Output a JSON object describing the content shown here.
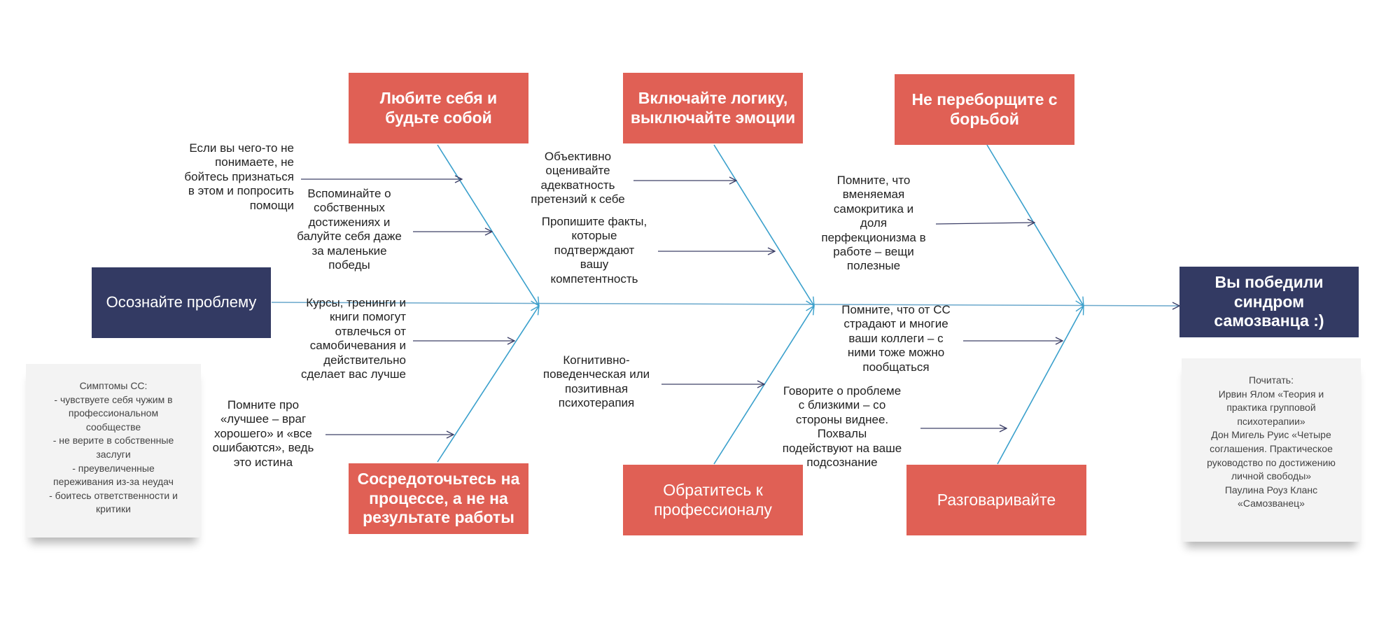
{
  "start": "Осознайте проблему",
  "goal": "Вы победили синдром самозванца :)",
  "top_heads": [
    "Любите себя и будьте собой",
    "Включайте логику, выключайте эмоции",
    "Не переборщите с борьбой"
  ],
  "bottom_heads": [
    "Сосредоточьтесь на процессе, а не на результате работы",
    "Обратитесь к профессионалу",
    "Разговаривайте"
  ],
  "tips": [
    "Если вы чего-то не\nпонимаете, не\nбойтесь признаться\nв этом и попросить\nпомощи",
    "Вспоминайте о\nсобственных\nдостижениях и\nбалуйте себя даже\nза маленькие\nпобеды",
    "Курсы, тренинги и\nкниги помогут\nотвлечься от\nсамобичевания и\nдействительно\nсделает вас лучше",
    "Помните про\n«лучшее – враг\nхорошего» и «все\nошибаются», ведь\nэто истина",
    "Объективно\nоценивайте\nадекватность\nпретензий к себе",
    "Пропишите факты,\nкоторые\nподтверждают\nвашу\nкомпетентность",
    "Когнитивно-\nповеденческая или\nпозитивная\nпсихотерапия",
    "Помните, что\nвменяемая\nсамокритика и\nдоля\nперфекционизма в\nработе – вещи\nполезные",
    "Помните, что от СС\nстрадают и многие\nваши коллеги – с\nними тоже можно\nпообщаться",
    "Говорите о проблеме\nс близкими – со\nстороны виднее.\nПохвалы\nподействуют на ваше\nподсознание"
  ],
  "notes": {
    "symptoms": "Симптомы СС:\n- чувствуете себя чужим в\nпрофессиональном\nсообществе\n- не верите в собственные\nзаслуги\n- преувеличенные\nпереживания из-за неудач\n- боитесь ответственности и\nкритики",
    "reading": "Почитать:\nИрвин Ялом «Теория и\nпрактика групповой\nпсихотерапии»\nДон Мигель Руис «Четыре\nсоглашения. Практическое\nруководство по достижению\nличной свободы»\nПаулина Роуз Кланс\n«Самозванец»"
  },
  "colors": {
    "head": "#e06055",
    "terminal": "#333a63",
    "bone": "#3aa0cc",
    "arrow": "#3d4068"
  }
}
